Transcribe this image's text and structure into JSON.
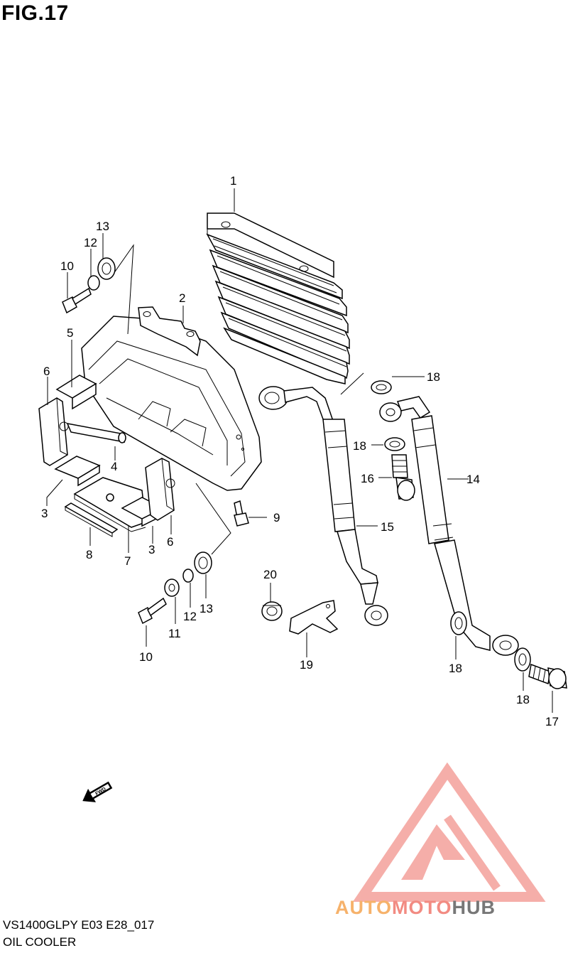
{
  "figure": {
    "title": "FIG.17",
    "model_code": "VS1400GLPY E03 E28_017",
    "section_name": "OIL COOLER"
  },
  "callouts": [
    {
      "id": "c1",
      "text": "1"
    },
    {
      "id": "c2",
      "text": "2"
    },
    {
      "id": "c3a",
      "text": "3"
    },
    {
      "id": "c3b",
      "text": "3"
    },
    {
      "id": "c4",
      "text": "4"
    },
    {
      "id": "c5",
      "text": "5"
    },
    {
      "id": "c6a",
      "text": "6"
    },
    {
      "id": "c6b",
      "text": "6"
    },
    {
      "id": "c7",
      "text": "7"
    },
    {
      "id": "c8",
      "text": "8"
    },
    {
      "id": "c9",
      "text": "9"
    },
    {
      "id": "c10a",
      "text": "10"
    },
    {
      "id": "c10b",
      "text": "10"
    },
    {
      "id": "c11",
      "text": "11"
    },
    {
      "id": "c12a",
      "text": "12"
    },
    {
      "id": "c12b",
      "text": "12"
    },
    {
      "id": "c13a",
      "text": "13"
    },
    {
      "id": "c13b",
      "text": "13"
    },
    {
      "id": "c14",
      "text": "14"
    },
    {
      "id": "c15",
      "text": "15"
    },
    {
      "id": "c16",
      "text": "16"
    },
    {
      "id": "c17",
      "text": "17"
    },
    {
      "id": "c18a",
      "text": "18"
    },
    {
      "id": "c18b",
      "text": "18"
    },
    {
      "id": "c18c",
      "text": "18"
    },
    {
      "id": "c18d",
      "text": "18"
    },
    {
      "id": "c19",
      "text": "19"
    },
    {
      "id": "c20",
      "text": "20"
    }
  ],
  "fwd_arrow": {
    "label": "FWD",
    "icon": "fwd-arrow-icon"
  },
  "watermark": {
    "icon": "triangle-logo-icon",
    "text_parts": [
      "AUTO",
      "MOTO",
      "HUB"
    ],
    "colors": {
      "auto": "#f6b26b",
      "moto": "#f28b82",
      "hub": "#777777",
      "triangle": "#f4a6a0"
    }
  }
}
